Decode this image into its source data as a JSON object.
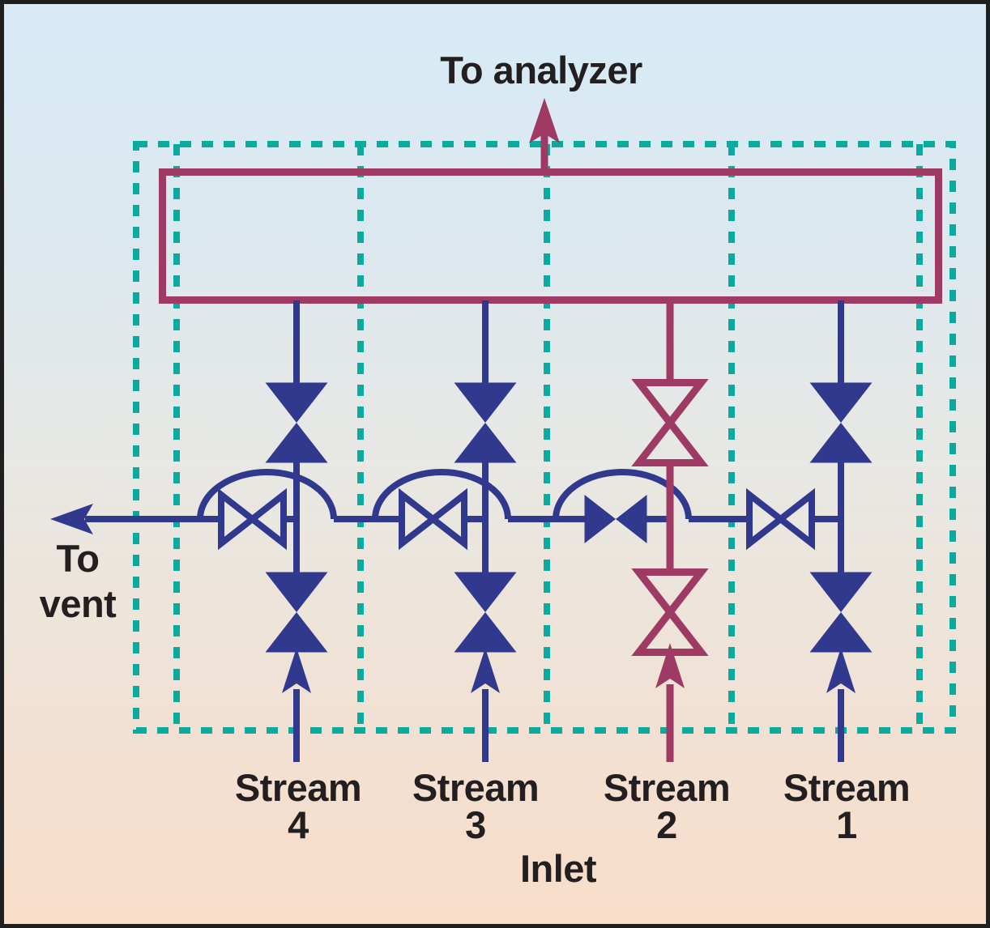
{
  "colors": {
    "blue": "#31398f",
    "maroon": "#9e3a63",
    "teal": "#0aaa9e",
    "text": "#231f20",
    "bg_top": "#d7eaf6",
    "bg_bottom": "#f8ddc9"
  },
  "labels": {
    "analyzer": "To analyzer",
    "vent_line1": "To",
    "vent_line2": "vent",
    "inlet": "Inlet"
  },
  "streams": [
    {
      "word": "Stream",
      "number": "4",
      "line_color": "#31398f",
      "valve_state": "filled"
    },
    {
      "word": "Stream",
      "number": "3",
      "line_color": "#31398f",
      "valve_state": "filled"
    },
    {
      "word": "Stream",
      "number": "2",
      "line_color": "#9e3a63",
      "valve_state": "open"
    },
    {
      "word": "Stream",
      "number": "1",
      "line_color": "#31398f",
      "valve_state": "filled"
    }
  ]
}
